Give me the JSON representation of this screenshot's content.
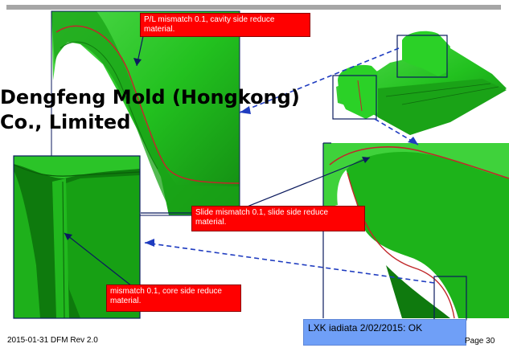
{
  "company": {
    "line1": "Dengfeng Mold (Hongkong)",
    "line2": "Co., Limited"
  },
  "callouts": {
    "pl_mismatch": "P/L mismatch 0.1, cavity  side reduce material.",
    "slide_mismatch": "Slide mismatch 0.1, slide side reduce material.",
    "core_mismatch": "mismatch 0.1, core side reduce material."
  },
  "status_note": "LXK iadiata 2/02/2015: OK",
  "footer": {
    "date_rev": "2015-01-31  DFM  Rev 2.0",
    "page": "Page 30"
  },
  "colors": {
    "part_green": "#22c11f",
    "part_dark_green": "#138a12",
    "parting_line": "#c0282a",
    "callout_red": "#ff0000",
    "arrow_blue": "#1f3cc0",
    "note_blue": "#6f9ff7"
  }
}
